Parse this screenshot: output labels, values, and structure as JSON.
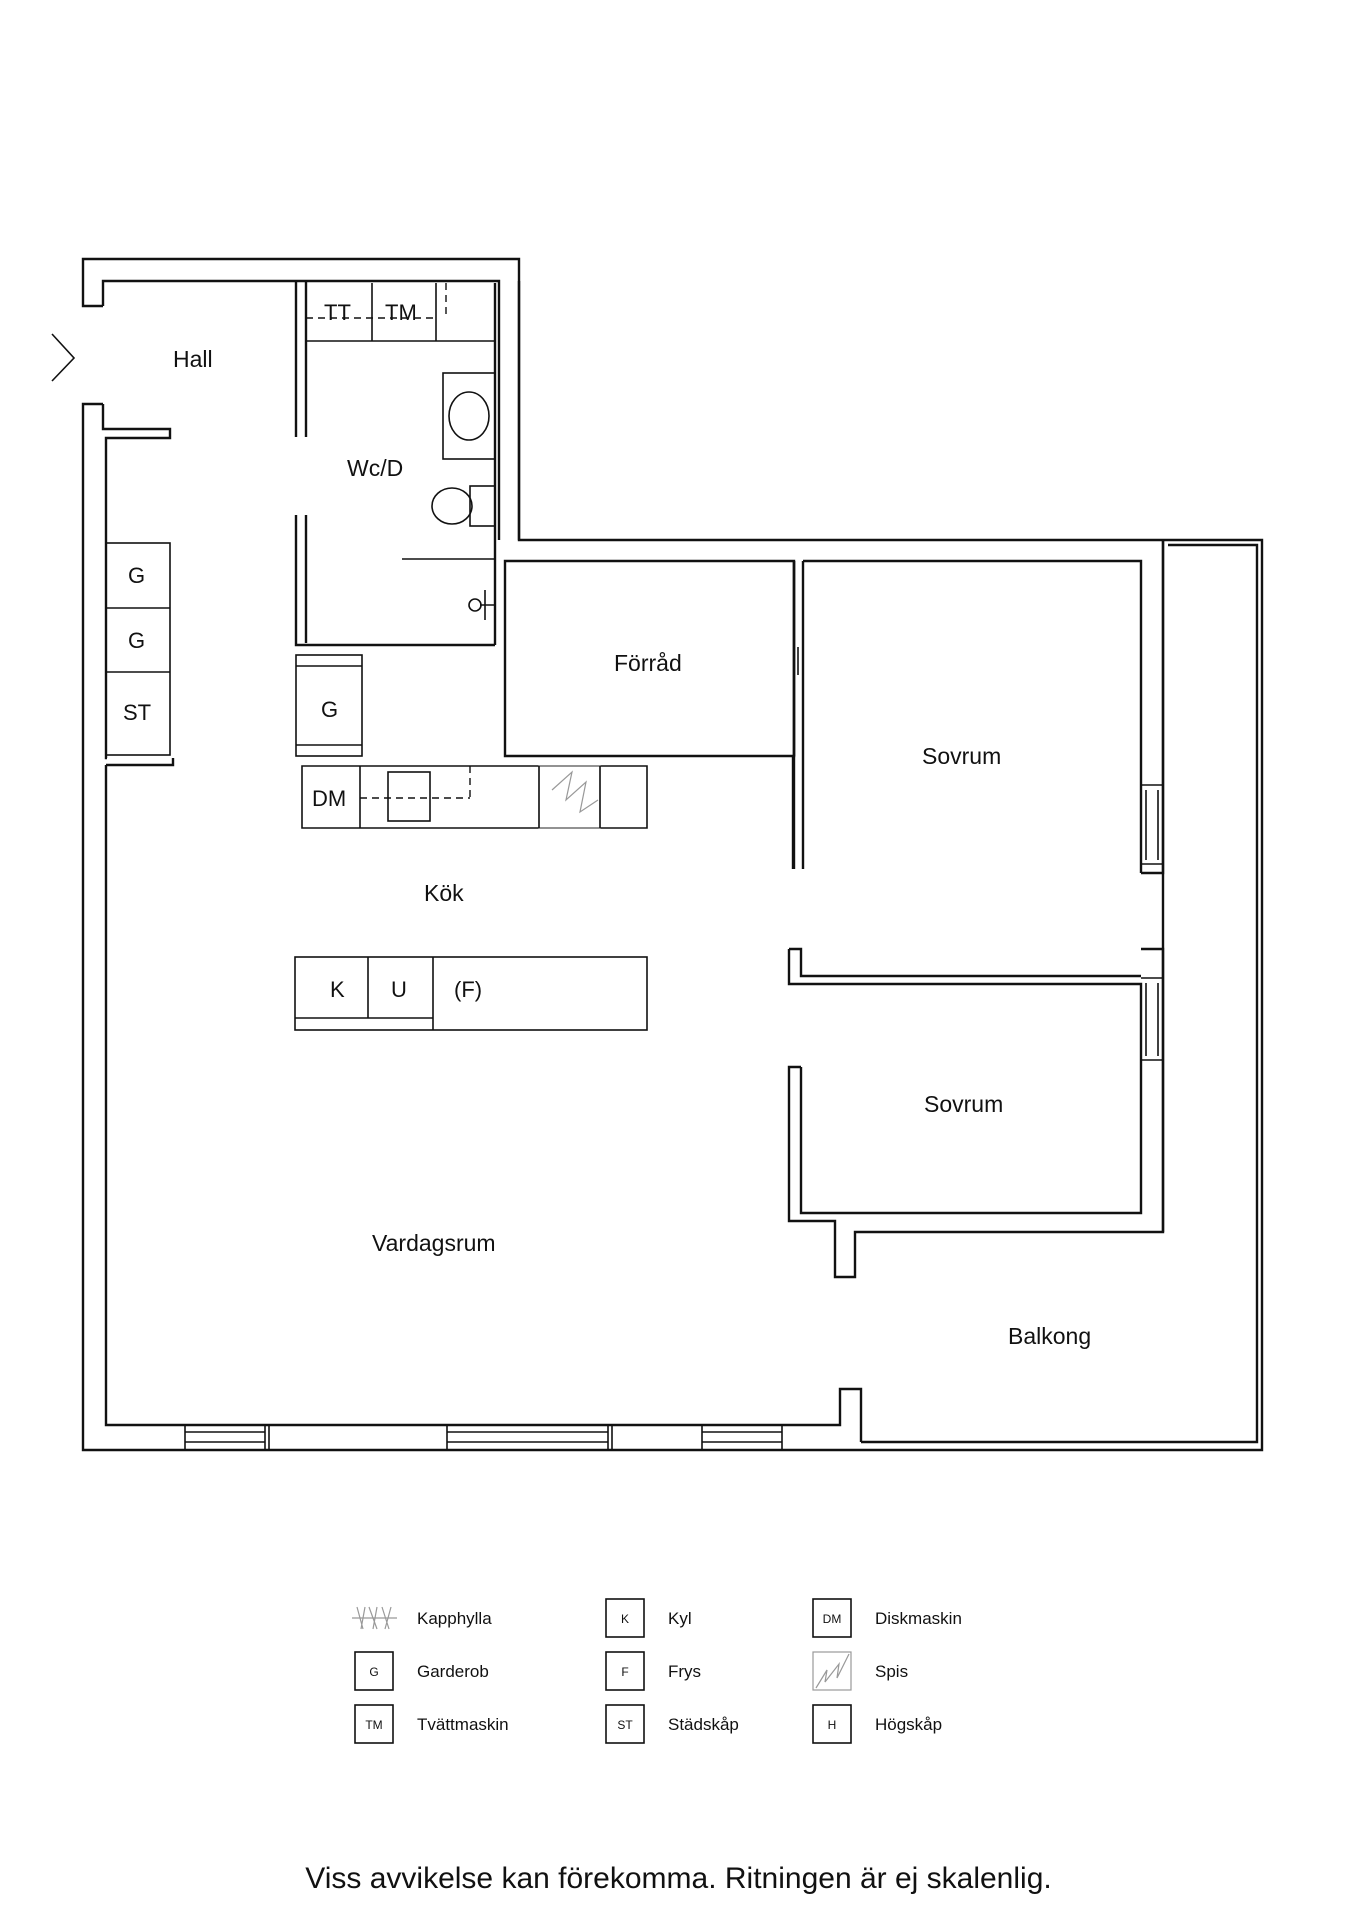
{
  "rooms": {
    "hall": "Hall",
    "wc": "Wc/D",
    "storage": "Förråd",
    "bedroom1": "Sovrum",
    "bedroom2": "Sovrum",
    "kitchen": "Kök",
    "living": "Vardagsrum",
    "balcony": "Balkong"
  },
  "fixtures": {
    "tt": "TT",
    "tm": "TM",
    "g_hall_1": "G",
    "g_hall_2": "G",
    "st_hall": "ST",
    "g_kitchen": "G",
    "dm": "DM",
    "k": "K",
    "u": "U",
    "f": "(F)"
  },
  "legend": [
    {
      "symbol": "",
      "icon": "coat-rack-icon",
      "label": "Kapphylla"
    },
    {
      "symbol": "G",
      "icon": "box",
      "label": "Garderob"
    },
    {
      "symbol": "TM",
      "icon": "box",
      "label": "Tvättmaskin"
    },
    {
      "symbol": "K",
      "icon": "box",
      "label": "Kyl"
    },
    {
      "symbol": "F",
      "icon": "box",
      "label": "Frys"
    },
    {
      "symbol": "ST",
      "icon": "box",
      "label": "Städskåp"
    },
    {
      "symbol": "DM",
      "icon": "box",
      "label": "Diskmaskin"
    },
    {
      "symbol": "",
      "icon": "stove-icon",
      "label": "Spis"
    },
    {
      "symbol": "H",
      "icon": "box",
      "label": "Högskåp"
    }
  ],
  "disclaimer": "Viss avvikelse kan förekomma. Ritningen är ej skalenlig."
}
